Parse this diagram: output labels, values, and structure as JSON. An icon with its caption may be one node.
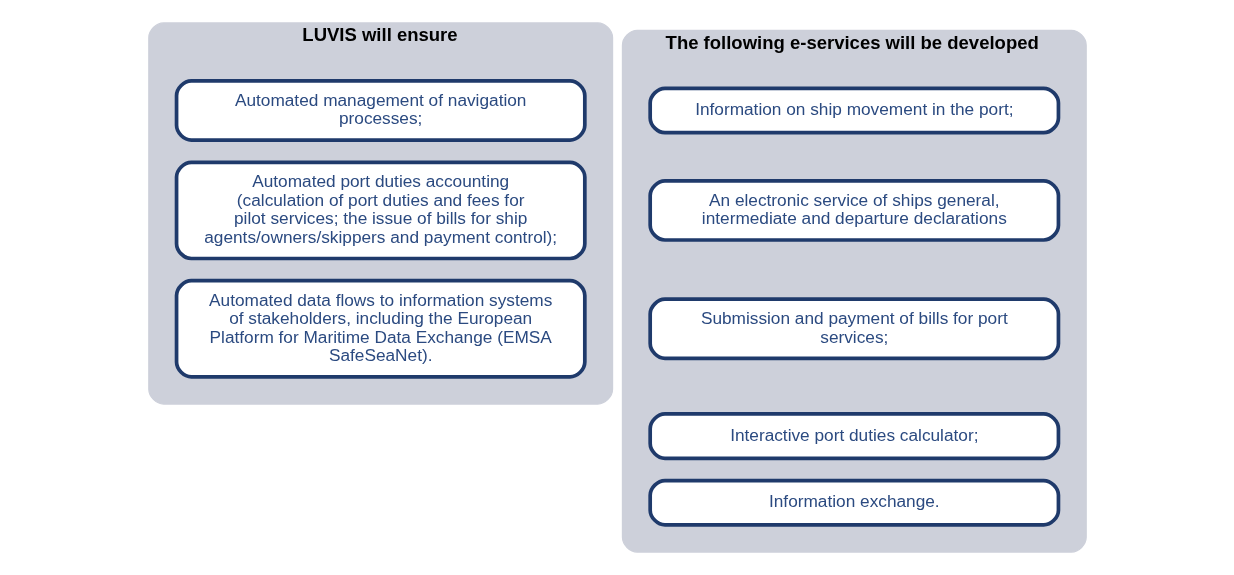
{
  "diagram": {
    "nodes": [
      {
        "text": [
          "LUVIS will ensure"
        ]
      },
      {
        "text": [
          "Automated management of navigation processes;"
        ],
        "in": 0
      },
      {
        "text": [
          "Automated port duties accounting (calculation of port duties and fees for pilot services; the issue of bills for ship agents/owners/skippers and payment control);"
        ],
        "in": 0
      },
      {
        "text": [
          "Automated data flows to information systems of stakeholders, including the European Platform for Maritime Data Exchange (EMSA SafeSeaNet)."
        ],
        "in": 0
      },
      {
        "text": [
          "The following e-services will be developed"
        ]
      },
      {
        "text": [
          "Information on ship movement in the port;"
        ],
        "in": 4
      },
      {
        "text": [
          "An electronic service of ships general, intermediate and departure declarations"
        ],
        "in": 4
      },
      {
        "text": [
          "Submission and payment of bills for port services;"
        ],
        "in": 4
      },
      {
        "text": [
          "Interactive port duties calculator;"
        ],
        "in": 4
      },
      {
        "text": [
          "Information exchange."
        ],
        "in": 4
      }
    ],
    "edges": []
  }
}
